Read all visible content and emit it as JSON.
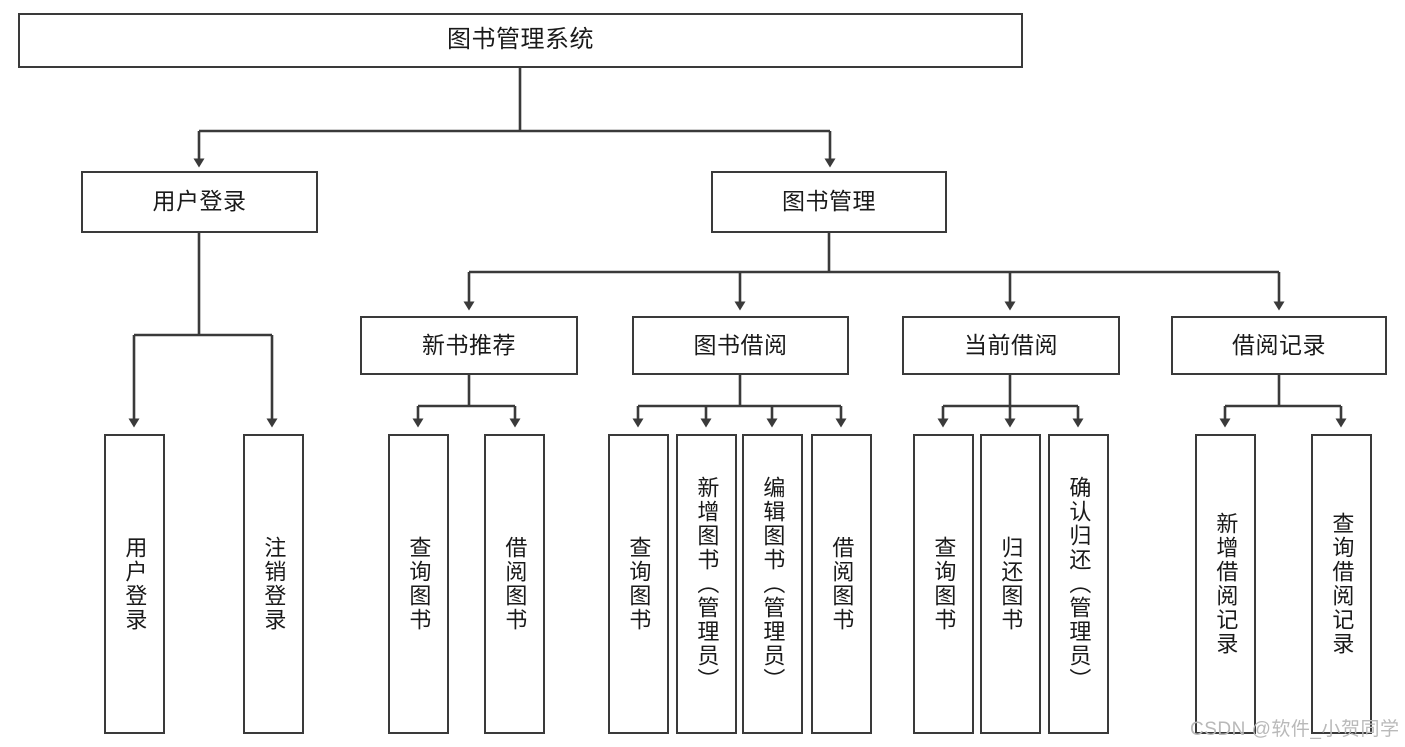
{
  "diagram": {
    "title": "图书管理系统",
    "type": "tree",
    "orientation": "top-down",
    "box_stroke_color": "#3a3a3a",
    "box_fill_color": "#ffffff",
    "background_color": "#ffffff",
    "watermark": "CSDN @软件_小贺同学",
    "watermark_color": "#b9b9b9"
  },
  "nodes": {
    "root": {
      "label": "图书管理系统",
      "level": 1
    },
    "level2": [
      {
        "id": "user-login",
        "label": "用户登录"
      },
      {
        "id": "book-management",
        "label": "图书管理"
      }
    ],
    "level3": [
      {
        "id": "new-book-recommend",
        "label": "新书推荐",
        "parent": "book-management"
      },
      {
        "id": "book-borrow",
        "label": "图书借阅",
        "parent": "book-management"
      },
      {
        "id": "current-borrow",
        "label": "当前借阅",
        "parent": "book-management"
      },
      {
        "id": "borrow-record",
        "label": "借阅记录",
        "parent": "book-management"
      }
    ],
    "leaves": {
      "user_login": [
        {
          "id": "leaf-user-login",
          "label": "用户登录"
        },
        {
          "id": "leaf-logout-login",
          "label": "注销登录"
        }
      ],
      "new_book_recommend": [
        {
          "id": "leaf-query-book-1",
          "label": "查询图书"
        },
        {
          "id": "leaf-borrow-book-1",
          "label": "借阅图书"
        }
      ],
      "book_borrow": [
        {
          "id": "leaf-query-book-2",
          "label": "查询图书"
        },
        {
          "id": "leaf-add-book",
          "label": "新增图书（管理员）"
        },
        {
          "id": "leaf-edit-book",
          "label": "编辑图书（管理员）"
        },
        {
          "id": "leaf-borrow-book-2",
          "label": "借阅图书"
        }
      ],
      "current_borrow": [
        {
          "id": "leaf-query-book-3",
          "label": "查询图书"
        },
        {
          "id": "leaf-return-book",
          "label": "归还图书"
        },
        {
          "id": "leaf-confirm-return",
          "label": "确认归还（管理员）"
        }
      ],
      "borrow_record": [
        {
          "id": "leaf-add-record",
          "label": "新增借阅记录"
        },
        {
          "id": "leaf-query-record",
          "label": "查询借阅记录"
        }
      ]
    }
  }
}
